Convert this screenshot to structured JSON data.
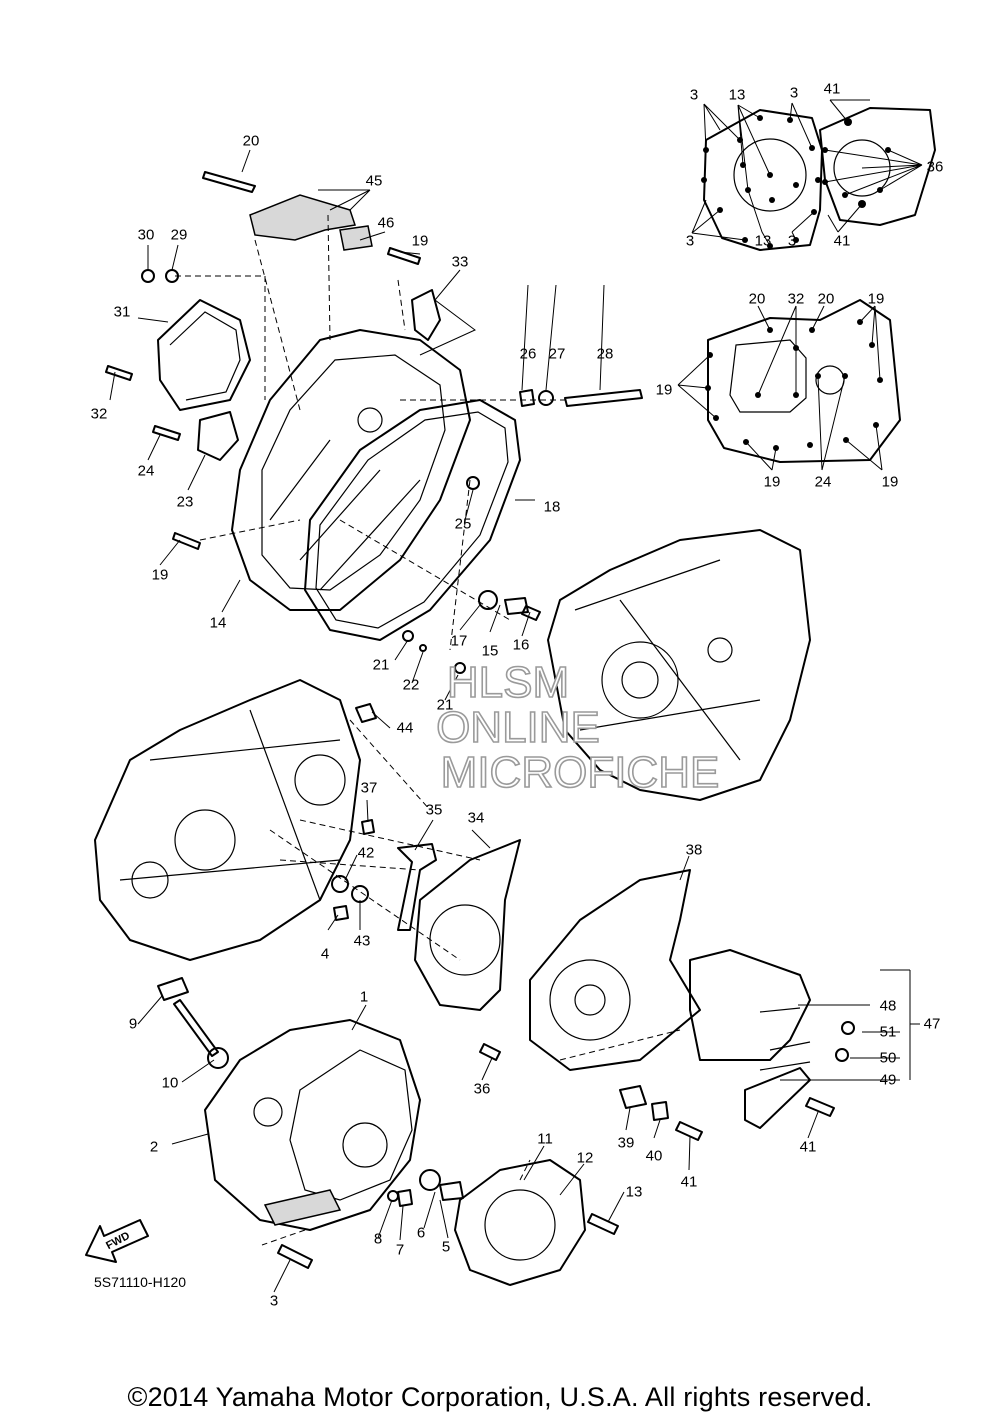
{
  "watermark": [
    "HLSM",
    "ONLINE",
    "MICROFICHE"
  ],
  "drawing_code": "5S71110-H120",
  "fwd_badge": "FWD",
  "copyright": "©2014 Yamaha Motor Corporation, U.S.A. All rights reserved.",
  "callouts": {
    "c1": "1",
    "c2": "2",
    "c3": "3",
    "c4": "4",
    "c5": "5",
    "c6": "6",
    "c7": "7",
    "c8": "8",
    "c9": "9",
    "c10": "10",
    "c11": "11",
    "c12": "12",
    "c13": "13",
    "c14": "14",
    "c15": "15",
    "c16": "16",
    "c17": "17",
    "c18": "18",
    "c19": "19",
    "c20": "20",
    "c21": "21",
    "c22": "22",
    "c23": "23",
    "c24": "24",
    "c25": "25",
    "c26": "26",
    "c27": "27",
    "c28": "28",
    "c29": "29",
    "c30": "30",
    "c31": "31",
    "c32": "32",
    "c33": "33",
    "c34": "34",
    "c35": "35",
    "c36": "36",
    "c37": "37",
    "c38": "38",
    "c39": "39",
    "c40": "40",
    "c41": "41",
    "c42": "42",
    "c43": "43",
    "c44": "44",
    "c45": "45",
    "c46": "46",
    "c47": "47",
    "c48": "48",
    "c49": "49",
    "c50": "50",
    "c51": "51"
  }
}
